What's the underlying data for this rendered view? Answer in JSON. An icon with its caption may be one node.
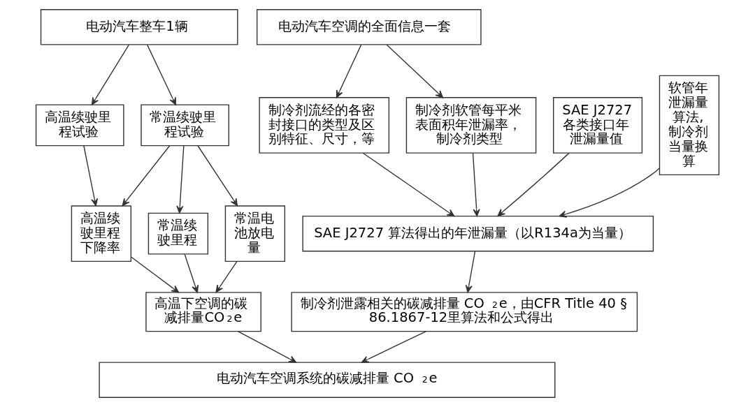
{
  "diagram": {
    "nodes": [
      {
        "text": [
          "电动汽车整车1辆"
        ]
      },
      {
        "text": [
          "电动汽车空调的全面信息一套"
        ]
      },
      {
        "text": [
          "高温续驶里程试验"
        ]
      },
      {
        "text": [
          "常温续驶里程试验"
        ]
      },
      {
        "text": [
          "制冷剂流经的各密封接口的类型及区别特征、尺寸，等"
        ]
      },
      {
        "text": [
          "SAE J2727 各类接口年泄漏量值"
        ]
      },
      {
        "text": [
          "软管年泄漏量算法,制冷剂当量换算"
        ]
      },
      {
        "text": [
          "制冷剂软管每平米表面积年泄漏率，制冷剂类型"
        ]
      },
      {
        "text": [
          "高温续驶里程下降率"
        ]
      },
      {
        "text": [
          "常温续驶里程"
        ]
      },
      {
        "text": [
          "常温电池放电量"
        ]
      },
      {
        "text": [
          "SAE J2727 算法得出的年泄漏量（以R134a为当量）"
        ]
      },
      {
        "text": [
          "高温下空调的碳减排量CO$_{2}$e"
        ]
      },
      {
        "text": [
          "制冷剂泄露相关的碳减排量 CO$_{2}$e，由CFR Title 40 § 86.1867-12里算法和公式得出"
        ]
      },
      {
        "text": [
          "电动汽车空调系统的碳减排量 CO$_{2}$e"
        ]
      }
    ],
    "edges": [
      {
        "from": 0,
        "to": 2,
        "arrow": "to"
      },
      {
        "from": 0,
        "to": 3,
        "arrow": "to"
      },
      {
        "from": 1,
        "to": 4,
        "arrow": "to"
      },
      {
        "from": 1,
        "to": 7,
        "arrow": "to"
      },
      {
        "from": 2,
        "to": 8,
        "arrow": "to"
      },
      {
        "from": 3,
        "to": 8,
        "arrow": "to"
      },
      {
        "from": 3,
        "to": 9,
        "arrow": "to"
      },
      {
        "from": 3,
        "to": 10,
        "arrow": "to"
      },
      {
        "from": 4,
        "to": 11,
        "arrow": "to"
      },
      {
        "from": 5,
        "to": 11,
        "arrow": "to"
      },
      {
        "from": 6,
        "to": 11,
        "arrow": "to"
      },
      {
        "from": 7,
        "to": 11,
        "arrow": "to"
      },
      {
        "from": 8,
        "to": 12,
        "arrow": "to"
      },
      {
        "from": 9,
        "to": 12,
        "arrow": "to"
      },
      {
        "from": 10,
        "to": 12,
        "arrow": "to"
      },
      {
        "from": 11,
        "to": 13,
        "arrow": "to"
      },
      {
        "from": 12,
        "to": 14,
        "arrow": "to"
      },
      {
        "from": 13,
        "to": 14,
        "arrow": "to"
      }
    ]
  }
}
